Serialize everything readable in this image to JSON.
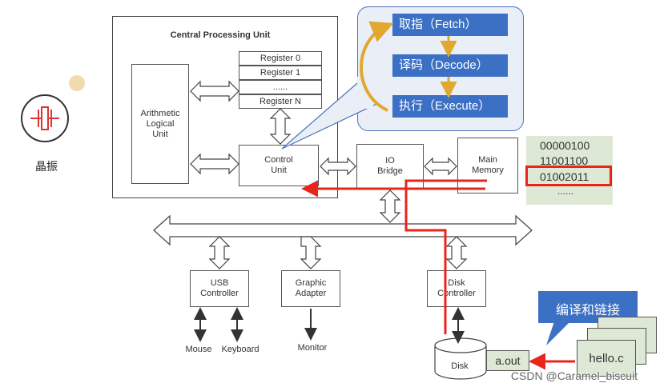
{
  "cpu": {
    "title": "Central Processing Unit",
    "alu": "Arithmetic\nLogical\nUnit",
    "registers": [
      "Register 0",
      "Register 1",
      "......",
      "Register N"
    ],
    "control_unit": "Control\nUnit"
  },
  "io_bridge": "IO\nBridge",
  "main_memory": "Main\nMemory",
  "memory_bits": [
    "00000100",
    "11001100",
    "01002011",
    "......"
  ],
  "clock": {
    "label": "晶振"
  },
  "cycle": {
    "fetch": "取指（Fetch）",
    "decode": "译码（Decode）",
    "execute": "执行（Execute）"
  },
  "controllers": {
    "usb": "USB\nController",
    "graphic": "Graphic\nAdapter",
    "disk": "Disk\nController"
  },
  "devices": {
    "mouse": "Mouse",
    "keyboard": "Keyboard",
    "monitor": "Monitor",
    "disk": "Disk"
  },
  "compile": {
    "bubble": "编译和链接",
    "aout": "a.out",
    "hello": "hello.c"
  },
  "watermark": "CSDN @Caramel_biscuit",
  "colors": {
    "step_blue": "#3b70c4",
    "highlight_red": "#e8261c",
    "memory_green": "#dde8d5",
    "cycle_arrow": "#e0a82e"
  }
}
